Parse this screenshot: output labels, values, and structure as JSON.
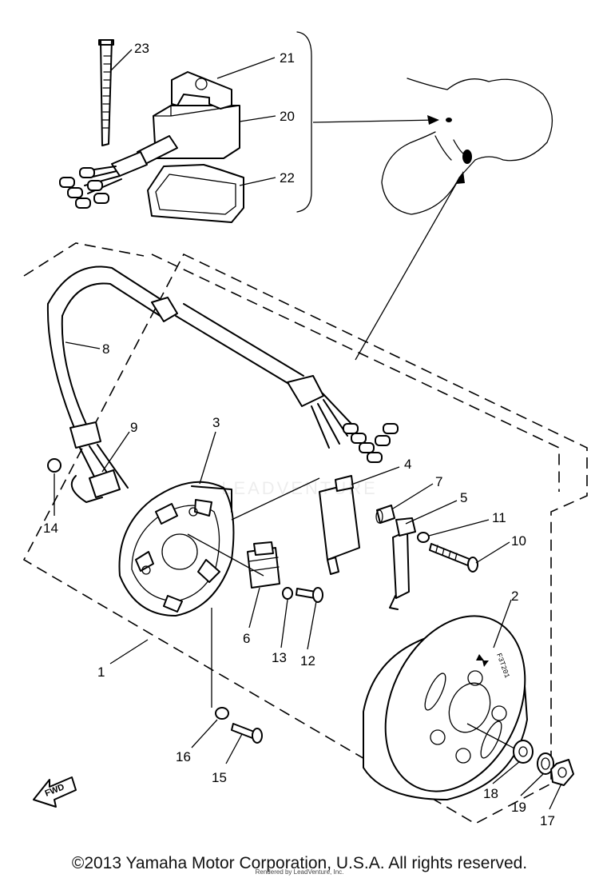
{
  "diagram": {
    "callouts": {
      "n1": "1",
      "n2": "2",
      "n3": "3",
      "n4": "4",
      "n5": "5",
      "n6": "6",
      "n7": "7",
      "n8": "8",
      "n9": "9",
      "n10": "10",
      "n11": "11",
      "n12": "12",
      "n13": "13",
      "n14": "14",
      "n15": "15",
      "n16": "16",
      "n17": "17",
      "n18": "18",
      "n19": "19",
      "n20": "20",
      "n21": "21",
      "n22": "22",
      "n23": "23"
    },
    "fwd_label": "FWD",
    "rotor_marking": "F3T201",
    "watermark": "LEADVENTURE"
  },
  "footer": {
    "copyright": "©2013 Yamaha Motor Corporation, U.S.A. All rights reserved.",
    "rendered_by": "Rendered by LeadVenture, Inc."
  },
  "colors": {
    "ink": "#000000",
    "background": "#ffffff"
  }
}
